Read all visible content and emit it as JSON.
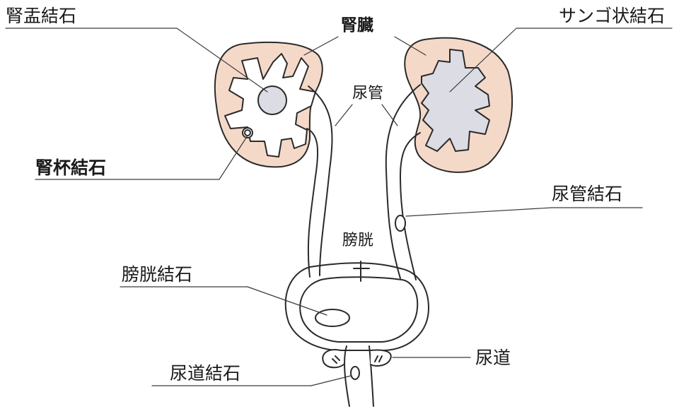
{
  "labels": {
    "renal_pelvis_stone": "腎盂結石",
    "kidney": "腎臓",
    "staghorn_stone": "サンゴ状結石",
    "ureter": "尿管",
    "calyx_stone": "腎杯結石",
    "ureteral_stone": "尿管結石",
    "bladder": "膀胱",
    "bladder_stone": "膀胱結石",
    "urethra": "尿道",
    "urethral_stone": "尿道結石"
  },
  "colors": {
    "kidney_fill": "#f5d9c8",
    "stone_fill": "#dcdce4",
    "line": "#2a2a2a"
  }
}
